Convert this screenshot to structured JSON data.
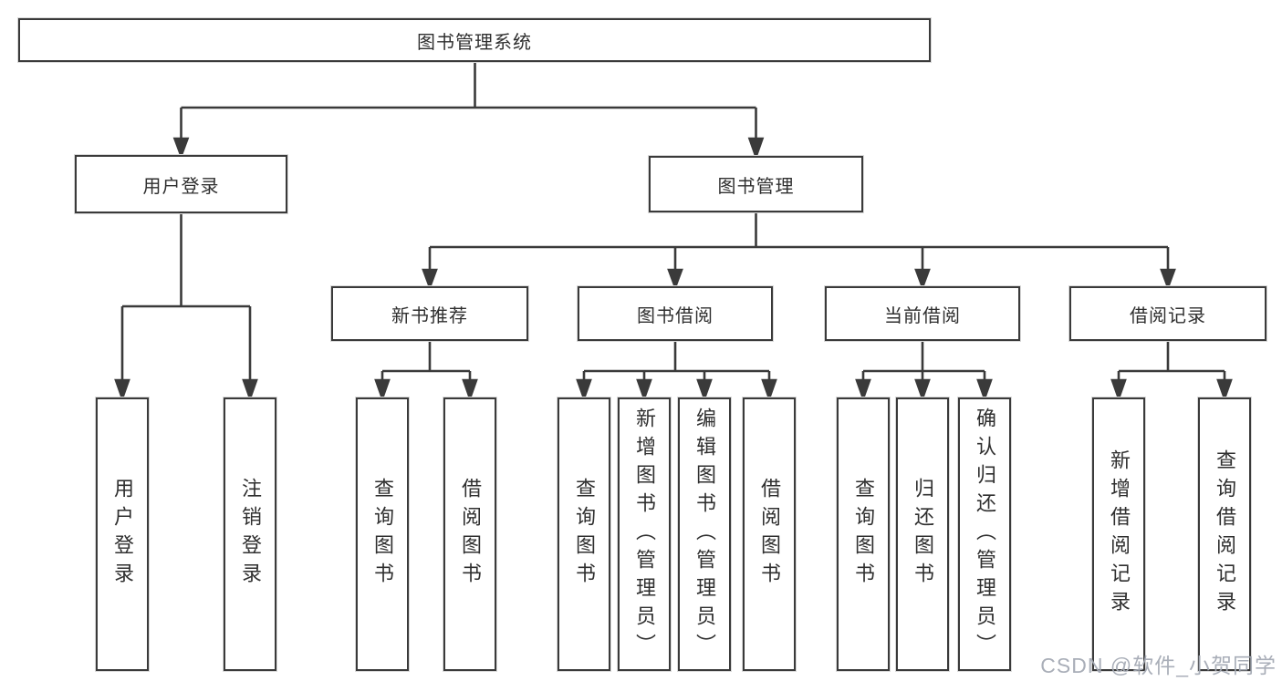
{
  "root": {
    "label": "图书管理系统"
  },
  "branches": [
    {
      "label": "用户登录",
      "children": [
        {
          "label": "用户登录"
        },
        {
          "label": "注销登录"
        }
      ]
    },
    {
      "label": "图书管理",
      "children": [
        {
          "label": "新书推荐",
          "children": [
            {
              "label": "查询图书"
            },
            {
              "label": "借阅图书"
            }
          ]
        },
        {
          "label": "图书借阅",
          "children": [
            {
              "label": "查询图书"
            },
            {
              "label": "新增图书（管理员）"
            },
            {
              "label": "编辑图书（管理员）"
            },
            {
              "label": "借阅图书"
            }
          ]
        },
        {
          "label": "当前借阅",
          "children": [
            {
              "label": "查询图书"
            },
            {
              "label": "归还图书"
            },
            {
              "label": "确认归还（管理员）"
            }
          ]
        },
        {
          "label": "借阅记录",
          "children": [
            {
              "label": "新增借阅记录"
            },
            {
              "label": "查询借阅记录"
            }
          ]
        }
      ]
    }
  ],
  "watermark": "CSDN @软件_小贺同学",
  "colors": {
    "line": "#3a3a3a",
    "box_border": "#3a3a3a",
    "box_fill": "#ffffff",
    "text": "#2f2f2f",
    "watermark": "#a4aab4"
  }
}
